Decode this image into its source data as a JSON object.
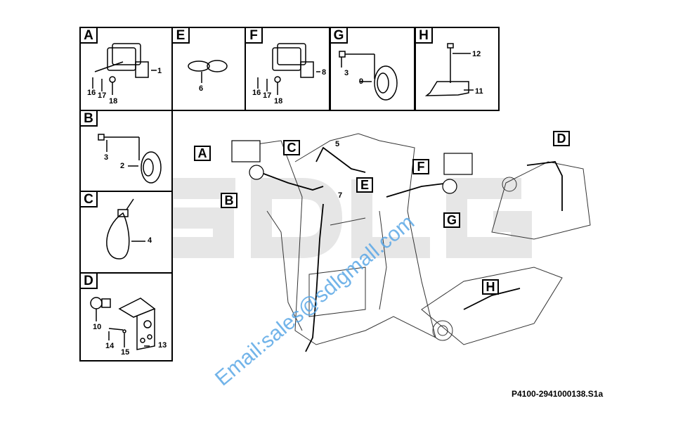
{
  "watermark_brand": "SDLG",
  "watermark_email": "Email:sales@sdlgmall.com",
  "drawing_code": "P4100-2941000138.S1a",
  "panels": {
    "A": {
      "letter": "A",
      "parts": [
        "1",
        "16",
        "17",
        "18"
      ]
    },
    "E": {
      "letter": "E",
      "parts": [
        "6"
      ]
    },
    "F": {
      "letter": "F",
      "parts": [
        "8",
        "16",
        "17",
        "18"
      ]
    },
    "G": {
      "letter": "G",
      "parts": [
        "3",
        "9"
      ]
    },
    "H": {
      "letter": "H",
      "parts": [
        "12",
        "11"
      ]
    },
    "B": {
      "letter": "B",
      "parts": [
        "3",
        "2"
      ]
    },
    "C": {
      "letter": "C",
      "parts": [
        "4"
      ]
    },
    "D": {
      "letter": "D",
      "parts": [
        "10",
        "14",
        "15",
        "13"
      ]
    }
  },
  "main": {
    "callouts": [
      "A",
      "C",
      "B",
      "E",
      "F",
      "G",
      "D",
      "H"
    ],
    "parts": [
      "5",
      "7"
    ]
  }
}
